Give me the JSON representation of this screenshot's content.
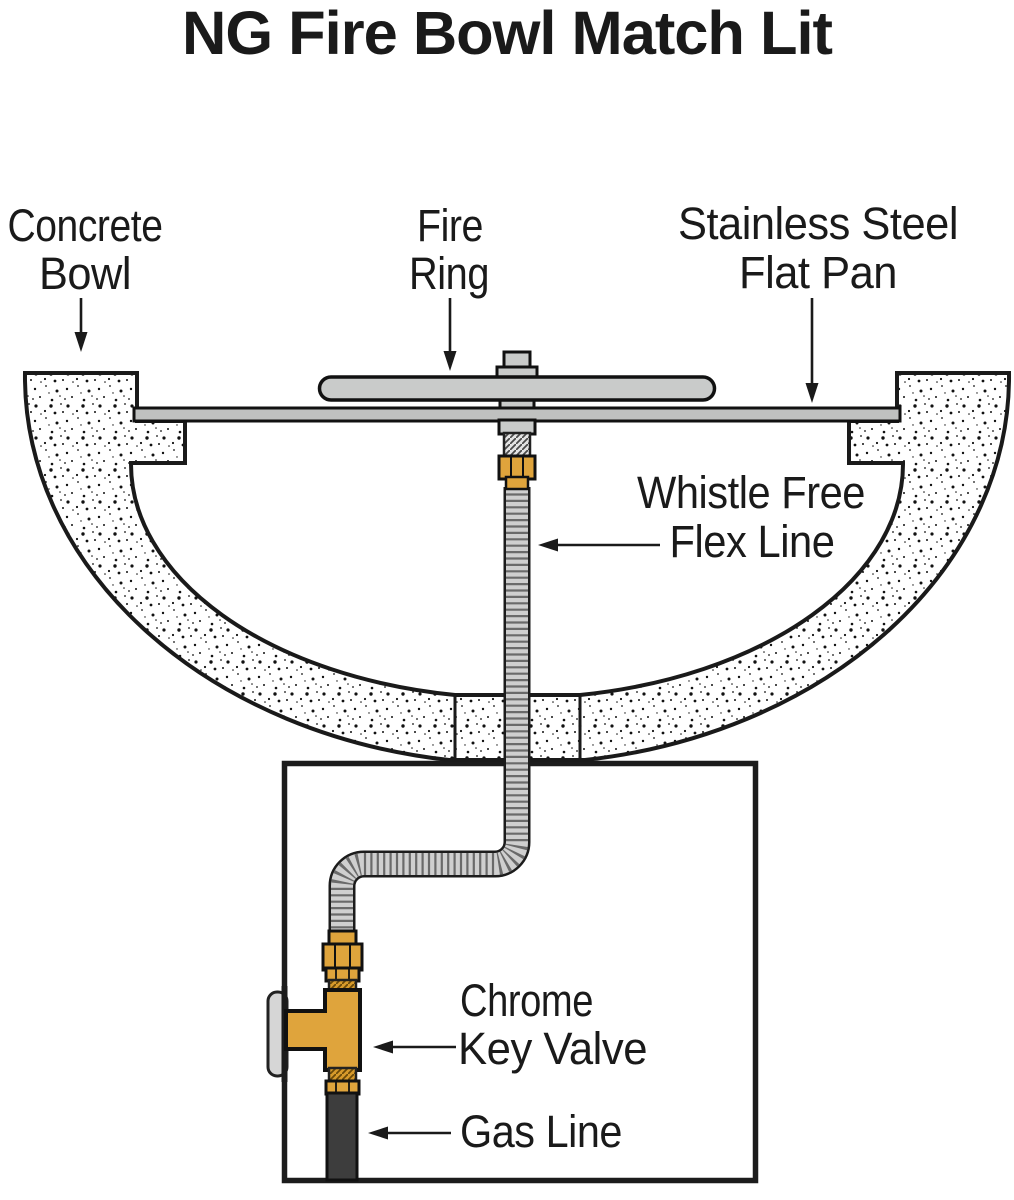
{
  "title": "NG Fire Bowl Match Lit",
  "labels": {
    "concrete_bowl": {
      "line1": "Concrete",
      "line2": "Bowl"
    },
    "fire_ring": {
      "line1": "Fire",
      "line2": "Ring"
    },
    "flat_pan": {
      "line1": "Stainless Steel",
      "line2": "Flat Pan"
    },
    "flex_line": {
      "line1": "Whistle Free",
      "line2": "Flex Line"
    },
    "key_valve": {
      "line1": "Chrome",
      "line2": "Key Valve"
    },
    "gas_line": {
      "label": "Gas Line"
    }
  },
  "colors": {
    "outline": "#1a1a1a",
    "brass": "#DFA43C",
    "metal": "#C9CBCA",
    "pan": "#BFC1C0",
    "gas": "#3D3D3D",
    "escutcheon": "#D6D6D6",
    "flex_body": "#CFCFCF"
  }
}
